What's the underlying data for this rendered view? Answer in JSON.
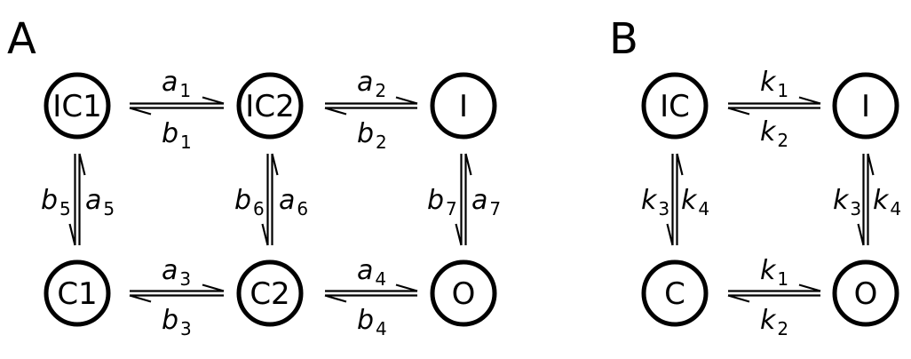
{
  "panels": {
    "A": {
      "label": "A",
      "nodes": {
        "ic1": "IC1",
        "ic2": "IC2",
        "i": "I",
        "c1": "C1",
        "c2": "C2",
        "o": "O"
      },
      "rates": {
        "a1": {
          "base": "a",
          "sub": "1"
        },
        "b1": {
          "base": "b",
          "sub": "1"
        },
        "a2": {
          "base": "a",
          "sub": "2"
        },
        "b2": {
          "base": "b",
          "sub": "2"
        },
        "a3": {
          "base": "a",
          "sub": "3"
        },
        "b3": {
          "base": "b",
          "sub": "3"
        },
        "a4": {
          "base": "a",
          "sub": "4"
        },
        "b4": {
          "base": "b",
          "sub": "4"
        },
        "a5": {
          "base": "a",
          "sub": "5"
        },
        "b5": {
          "base": "b",
          "sub": "5"
        },
        "a6": {
          "base": "a",
          "sub": "6"
        },
        "b6": {
          "base": "b",
          "sub": "6"
        },
        "a7": {
          "base": "a",
          "sub": "7"
        },
        "b7": {
          "base": "b",
          "sub": "7"
        }
      }
    },
    "B": {
      "label": "B",
      "nodes": {
        "ic": "IC",
        "i": "I",
        "c": "C",
        "o": "O"
      },
      "rates": {
        "k1_top": {
          "base": "k",
          "sub": "1"
        },
        "k2_top": {
          "base": "k",
          "sub": "2"
        },
        "k1_bottom": {
          "base": "k",
          "sub": "1"
        },
        "k2_bottom": {
          "base": "k",
          "sub": "2"
        },
        "k3_left": {
          "base": "k",
          "sub": "3"
        },
        "k4_left": {
          "base": "k",
          "sub": "4"
        },
        "k3_right": {
          "base": "k",
          "sub": "3"
        },
        "k4_right": {
          "base": "k",
          "sub": "4"
        }
      }
    }
  }
}
